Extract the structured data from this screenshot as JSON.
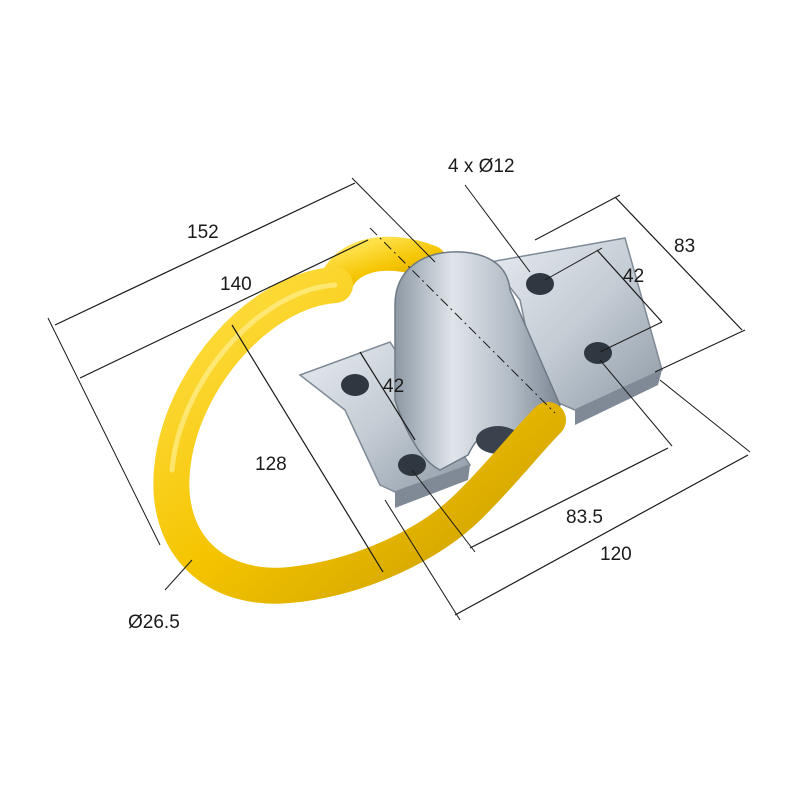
{
  "dimensions": {
    "overall_length": "152",
    "ring_span": "140",
    "ring_depth": "128",
    "ring_diameter": "Ø26.5",
    "holes": "4 x Ø12",
    "plate_width": "83",
    "hole_spacing_top": "42",
    "hole_spacing_left": "42",
    "hole_pitch": "83.5",
    "plate_length": "120"
  },
  "colors": {
    "ring": "#f5c400",
    "ring_shadow": "#c79a00",
    "plate": "#c4ccd4",
    "plate_dark": "#7f8a96",
    "barrel": "#aab4bf",
    "line": "#1a1a1a"
  }
}
